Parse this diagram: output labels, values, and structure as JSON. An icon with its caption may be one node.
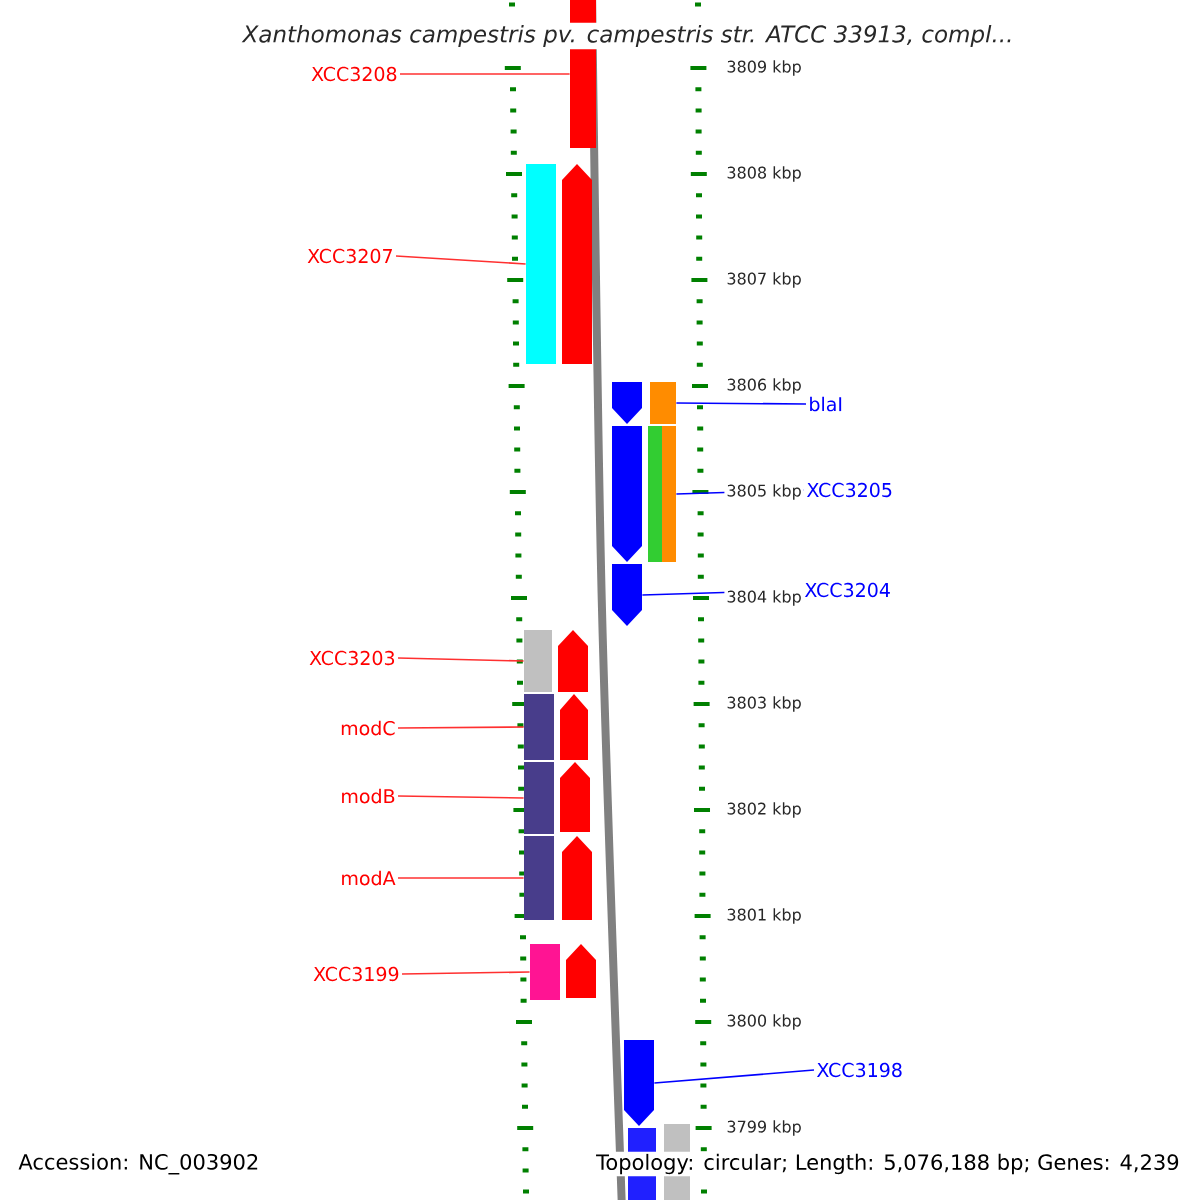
{
  "diagram": {
    "title": "Xanthomonas campestris pv. campestris str. ATCC 33913, compl...",
    "nodes": [
      {
        "text": [
          "XCC3208"
        ]
      },
      {
        "text": [
          "XCC3207"
        ]
      },
      {
        "text": [
          "XCC3203"
        ]
      },
      {
        "text": [
          "modC"
        ]
      },
      {
        "text": [
          "modB"
        ]
      },
      {
        "text": [
          "modA"
        ]
      },
      {
        "text": [
          "XCC3199"
        ]
      },
      {
        "text": [
          "blaI"
        ]
      },
      {
        "text": [
          "XCC3205"
        ]
      },
      {
        "text": [
          "XCC3204"
        ]
      },
      {
        "text": [
          "XCC3198"
        ]
      },
      {
        "text": [],
        "shape": "pentagon"
      },
      {
        "text": [],
        "shape": "pentagon"
      },
      {
        "text": [],
        "shape": "pentagon"
      },
      {
        "text": [],
        "shape": "pentagon"
      },
      {
        "text": [],
        "shape": "pentagon"
      },
      {
        "text": [],
        "shape": "pentagon"
      },
      {
        "text": [],
        "shape": "pentagon"
      },
      {
        "text": [],
        "shape": "pentagon"
      },
      {
        "text": [],
        "shape": "pentagon"
      },
      {
        "text": [],
        "shape": "pentagon"
      },
      {
        "text": [],
        "shape": "pentagon"
      },
      {
        "text": [],
        "shape": "pentagon"
      },
      {
        "text": [],
        "shape": "bar"
      },
      {
        "text": [],
        "shape": "bar"
      },
      {
        "text": [],
        "shape": "bar"
      },
      {
        "text": [],
        "shape": "bar"
      },
      {
        "text": [],
        "shape": "bar"
      },
      {
        "text": [],
        "shape": "bar"
      },
      {
        "text": [],
        "shape": "bar"
      },
      {
        "text": [],
        "shape": "bar"
      },
      {
        "text": [],
        "shape": "bar"
      },
      {
        "text": [],
        "shape": "bar"
      }
    ],
    "edges": [
      {
        "from": 0,
        "to": 11,
        "arrow": "none"
      },
      {
        "from": 1,
        "to": 23,
        "arrow": "none"
      },
      {
        "from": 2,
        "to": 24,
        "arrow": "none"
      },
      {
        "from": 3,
        "to": 25,
        "arrow": "none"
      },
      {
        "from": 4,
        "to": 26,
        "arrow": "none"
      },
      {
        "from": 5,
        "to": 27,
        "arrow": "none"
      },
      {
        "from": 6,
        "to": 28,
        "arrow": "none"
      },
      {
        "from": 7,
        "to": 29,
        "arrow": "none",
        "color": "#0000ff"
      },
      {
        "from": 8,
        "to": 31,
        "arrow": "none",
        "color": "#0000ff"
      },
      {
        "from": 9,
        "to": 20,
        "arrow": "none",
        "color": "#0000ff"
      },
      {
        "from": 10,
        "to": 21,
        "arrow": "none",
        "color": "#0000ff"
      }
    ],
    "labels": [
      "3809 kbp",
      "3808 kbp",
      "3807 kbp",
      "3806 kbp",
      "3805 kbp",
      "3804 kbp",
      "3803 kbp",
      "3802 kbp",
      "3801 kbp",
      "3800 kbp",
      "3799 kbp",
      "Accession: NC_003902",
      "Topology: circular; Length: 5,076,188 bp; Genes: 4,239"
    ]
  }
}
